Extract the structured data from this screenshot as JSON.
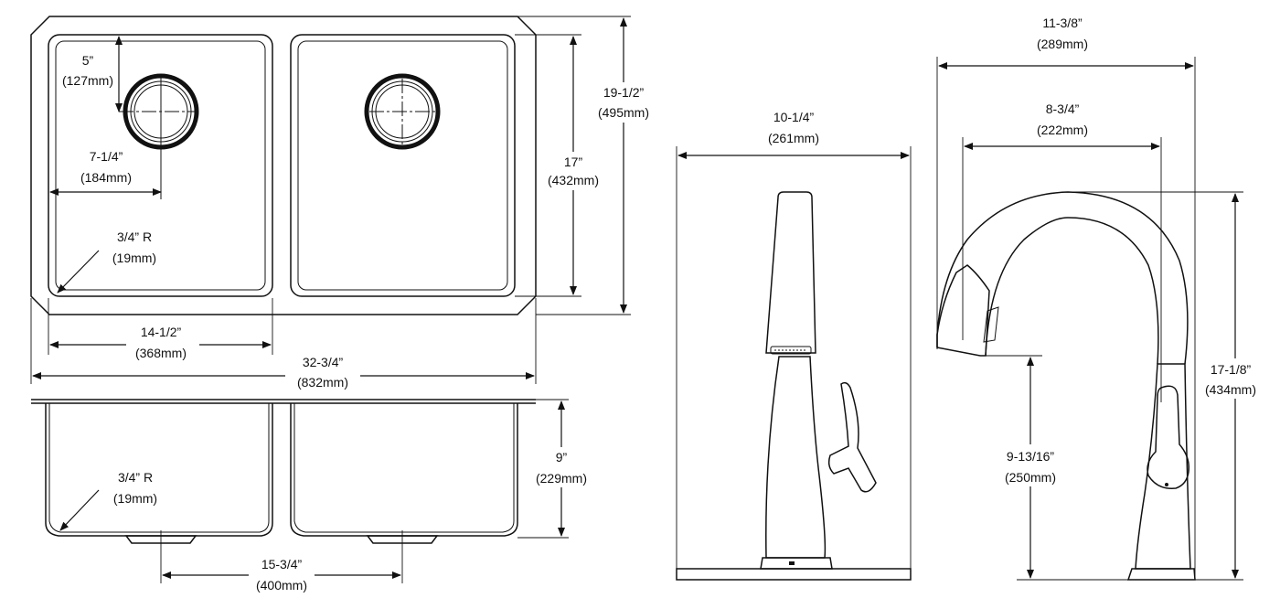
{
  "sink_top": {
    "overall_height": {
      "in": "19-1/2”",
      "mm": "(495mm)"
    },
    "bowl_height": {
      "in": "17”",
      "mm": "(432mm)"
    },
    "drain_from_back": {
      "in": "5”",
      "mm": "(127mm)"
    },
    "drain_from_side": {
      "in": "7-1/4”",
      "mm": "(184mm)"
    },
    "corner_radius": {
      "in": "3/4” R",
      "mm": "(19mm)"
    },
    "bowl_width": {
      "in": "14-1/2”",
      "mm": "(368mm)"
    },
    "overall_width": {
      "in": "32-3/4”",
      "mm": "(832mm)"
    }
  },
  "sink_front": {
    "depth": {
      "in": "9”",
      "mm": "(229mm)"
    },
    "corner_radius": {
      "in": "3/4” R",
      "mm": "(19mm)"
    },
    "drain_spacing": {
      "in": "15-3/4”",
      "mm": "(400mm)"
    }
  },
  "faucet_front": {
    "width": {
      "in": "10-1/4”",
      "mm": "(261mm)"
    }
  },
  "faucet_side": {
    "overall_reach": {
      "in": "11-3/8”",
      "mm": "(289mm)"
    },
    "spout_reach": {
      "in": "8-3/4”",
      "mm": "(222mm)"
    },
    "overall_height": {
      "in": "17-1/8”",
      "mm": "(434mm)"
    },
    "spout_height": {
      "in": "9-13/16”",
      "mm": "(250mm)"
    }
  }
}
